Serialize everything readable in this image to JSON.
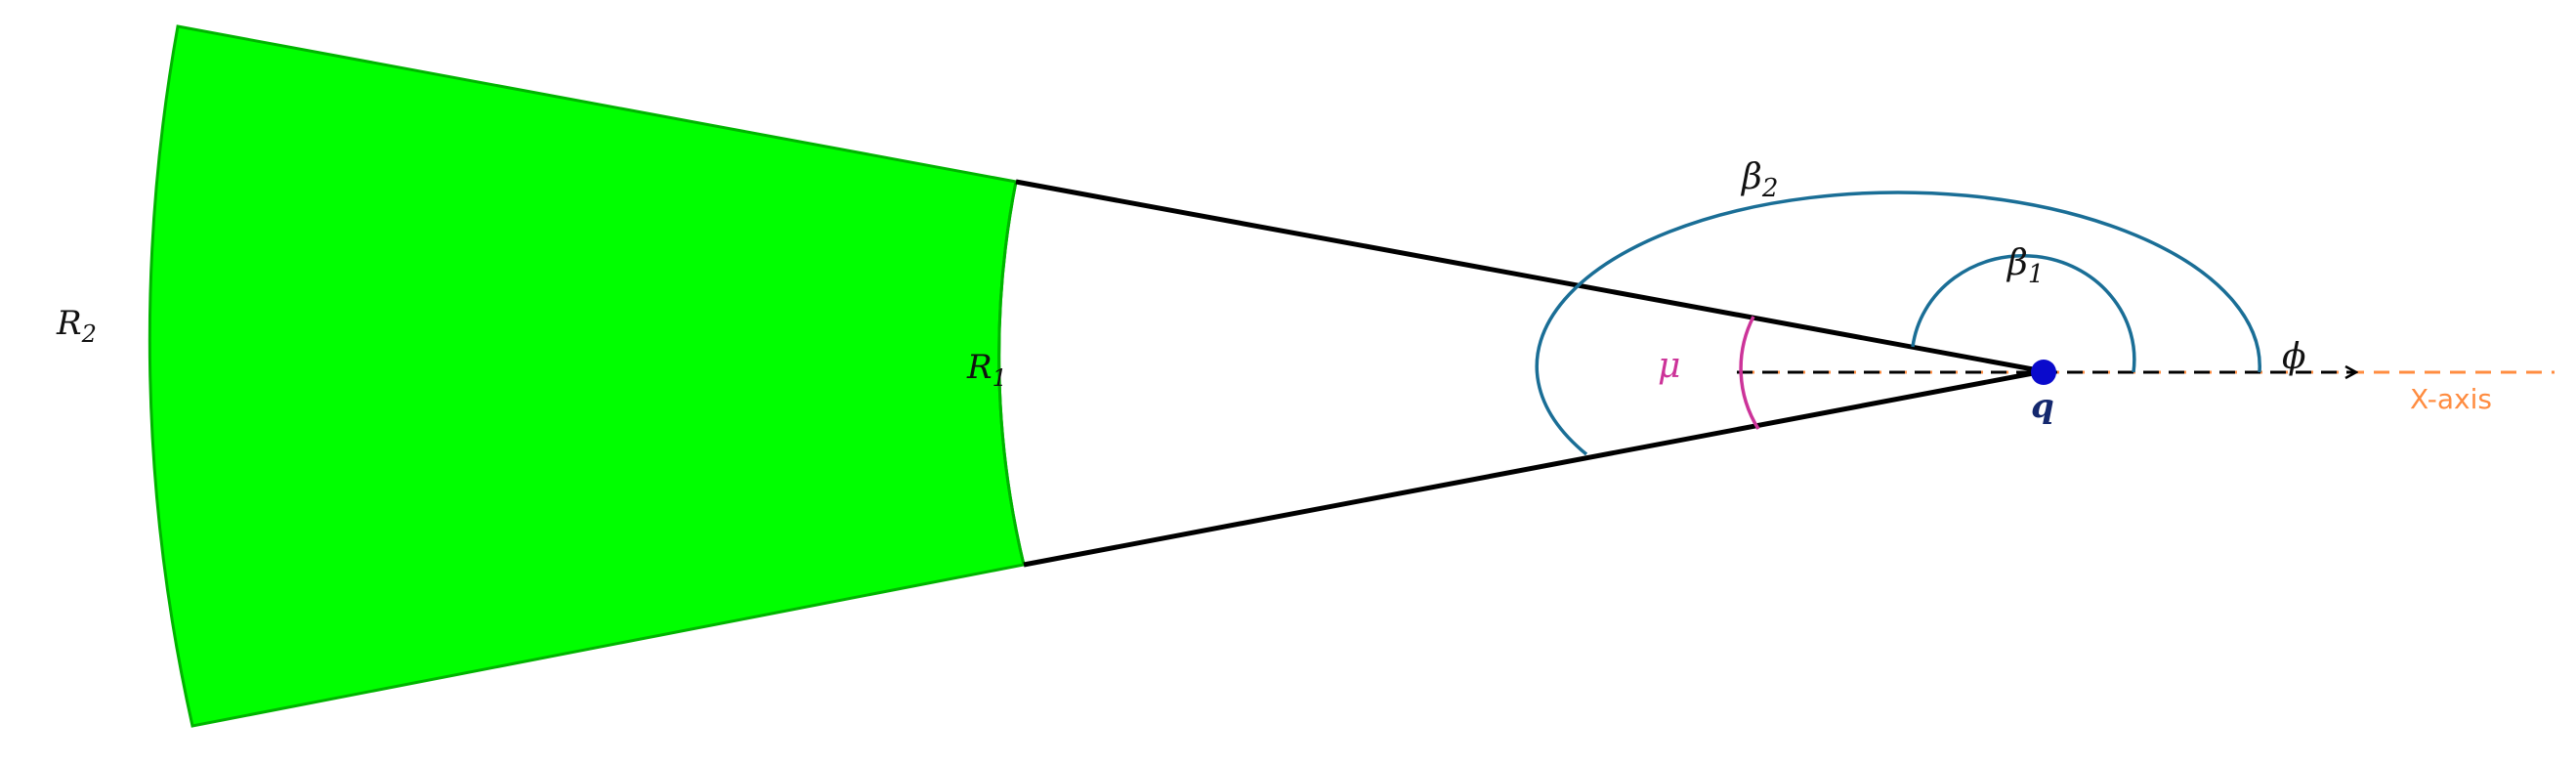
{
  "labels": {
    "r2": "R",
    "r2_sub": "2",
    "r1": "R",
    "r1_sub": "1",
    "beta2": "β",
    "beta2_sub": "2",
    "beta1": "β",
    "beta1_sub": "1",
    "mu": "μ",
    "phi": "ϕ",
    "q": "q",
    "x_axis": "X-axis"
  },
  "colors": {
    "sector_fill": "#00ff00",
    "sector_stroke": "#00b400",
    "boundary": "#000000",
    "beta_arcs": "#1a6e96",
    "mu_arc": "#cc3399",
    "x_axis": "#ff8c40",
    "point_q": "#0a0acc",
    "q_label": "#14286e",
    "text": "#111111"
  }
}
